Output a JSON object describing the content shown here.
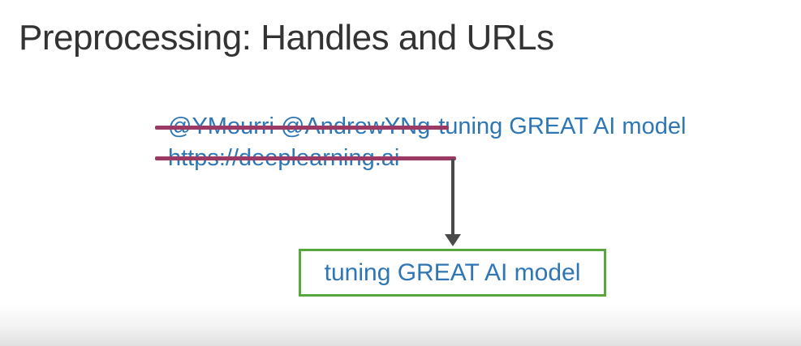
{
  "slide": {
    "title": "Preprocessing: Handles and URLs",
    "tweet": {
      "handles_struck": "@YMourri @AndrewYNg",
      "kept_text": "tuning GREAT AI model",
      "url_struck": "https://deeplearning.ai"
    },
    "result_box": {
      "text": "tuning GREAT AI model"
    },
    "icons": {
      "arrow_down": "arrow-down-icon"
    },
    "colors": {
      "title_gray": "#333333",
      "tweet_blue": "#2e76b4",
      "strike_magenta": "#9c3a66",
      "arrow_gray": "#4a4a4a",
      "box_border_green": "#58a63e",
      "bottom_fade_gray": "#e2e2e2"
    }
  }
}
